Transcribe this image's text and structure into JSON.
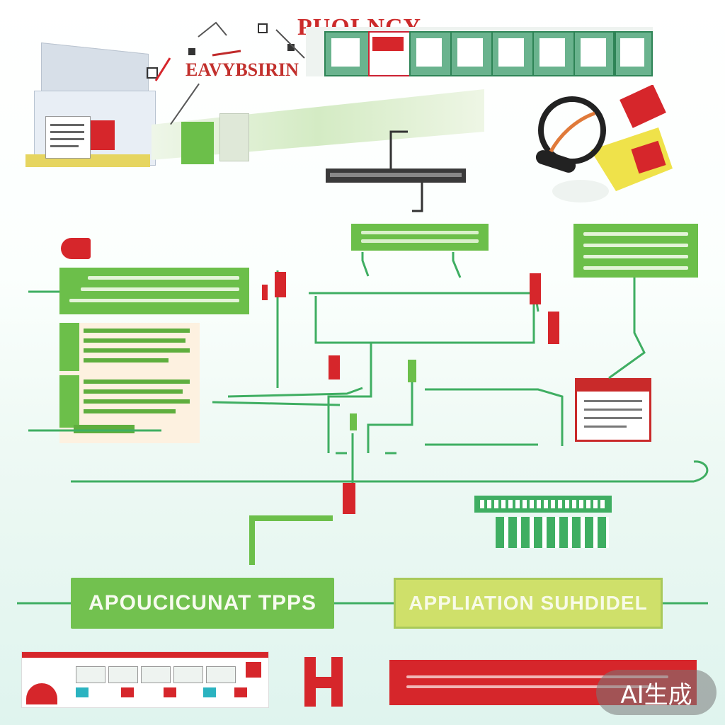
{
  "header": {
    "title_line1": "PUOLNCY",
    "title_line2": "EAVYBSIRIN"
  },
  "labels": {
    "left_banner": "APOUCICUNAT TPPS",
    "right_banner": "APPLIATION SUHDIDEL"
  },
  "watermark": {
    "text": "AI生成"
  },
  "colors": {
    "green": "#6cbf4a",
    "lime": "#cfe06a",
    "red": "#d6262b",
    "line_green": "#3fae62",
    "dark_bar": "#3a3a3a"
  },
  "icons": [
    "document-icon",
    "magnifier-icon",
    "red-flag-icon",
    "server-bar-icon",
    "warning-card-icon"
  ]
}
